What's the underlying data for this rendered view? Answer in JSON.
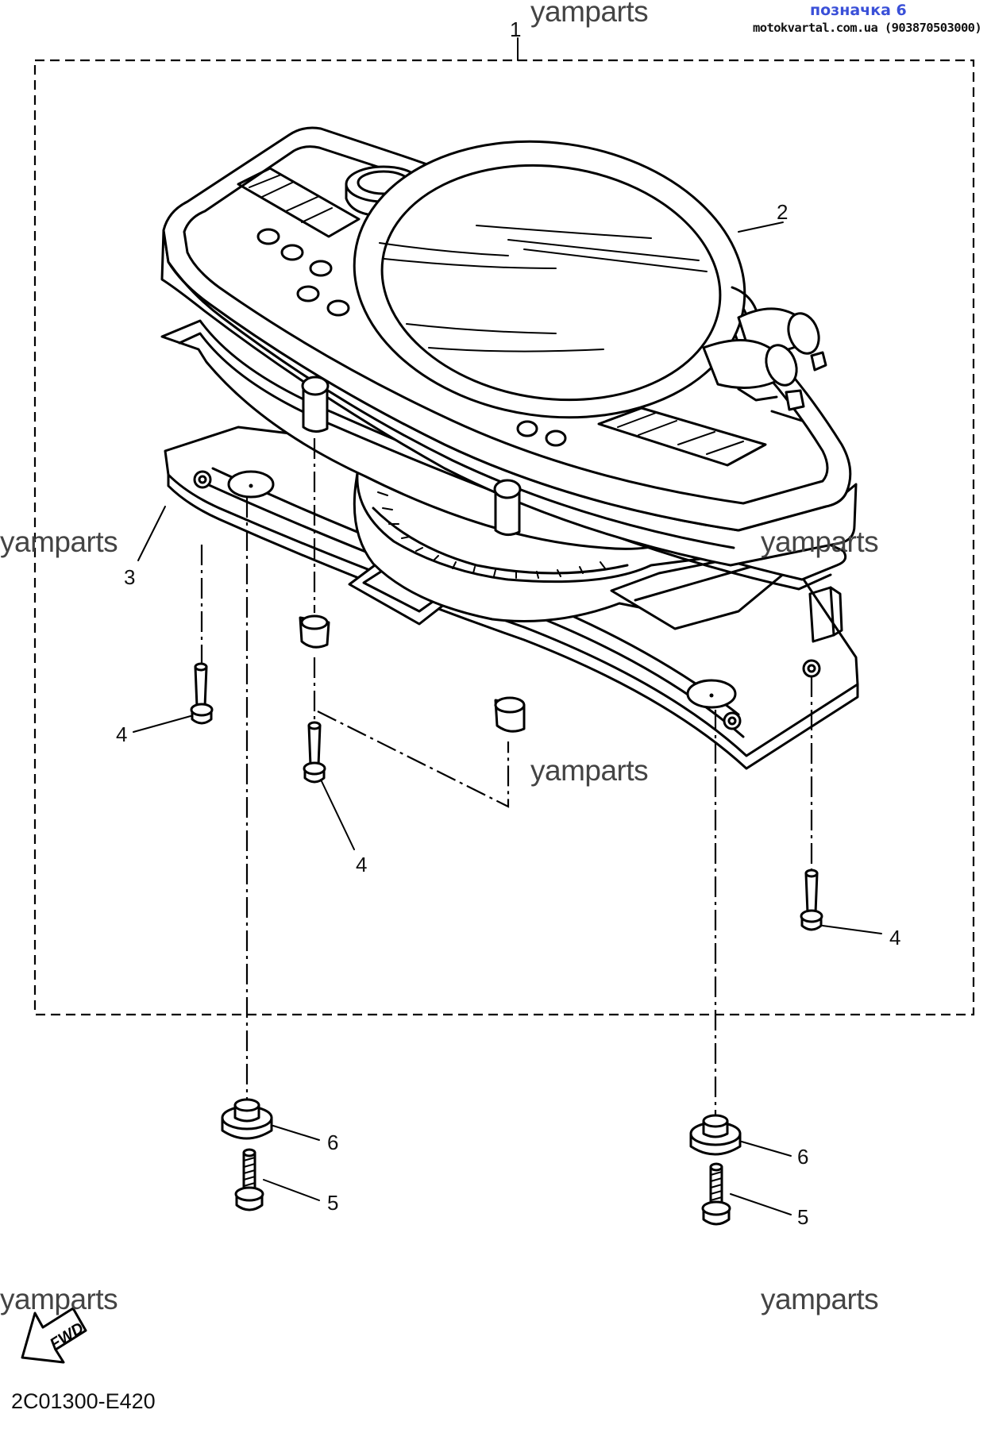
{
  "header": {
    "label": "позначка 6",
    "site": "motokvartal.com.ua (903870503000)"
  },
  "watermarks": [
    {
      "id": "top",
      "text": "yamparts"
    },
    {
      "id": "left-mid",
      "text": "yamparts"
    },
    {
      "id": "right-mid",
      "text": "yamparts"
    },
    {
      "id": "center-low",
      "text": "yamparts"
    },
    {
      "id": "bottom-left",
      "text": "yamparts"
    },
    {
      "id": "bottom-right",
      "text": "yamparts"
    }
  ],
  "callouts": {
    "c1": "1",
    "c2": "2",
    "c3": "3",
    "c4a": "4",
    "c4b": "4",
    "c4c": "4",
    "c5a": "5",
    "c5b": "5",
    "c6a": "6",
    "c6b": "6"
  },
  "fwd_label": "FWD",
  "diagram_code": "2C01300-E420"
}
